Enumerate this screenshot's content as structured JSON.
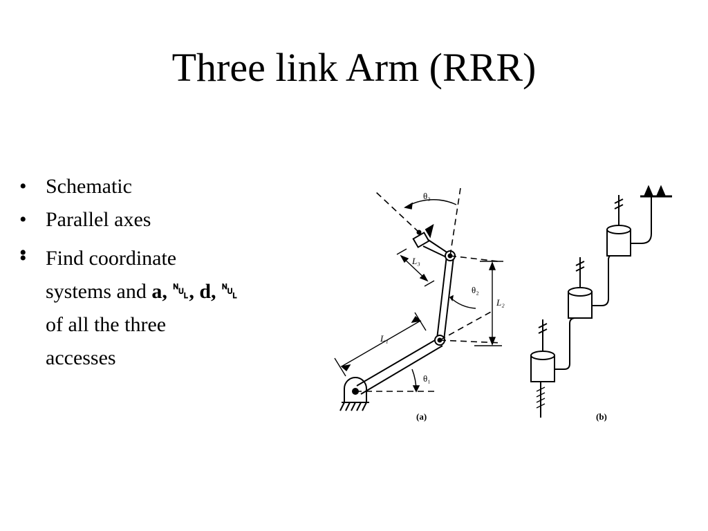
{
  "slide": {
    "title": "Three link Arm (RRR)",
    "bullets": [
      {
        "text": "Schematic"
      },
      {
        "text": "Parallel axes"
      },
      {
        "text": ""
      },
      {
        "line1": "Find coordinate",
        "line2_prefix": "systems and ",
        "line2_bold": "a, ␀, d, ␀",
        "line3": "of all the three",
        "line4": "accesses"
      }
    ]
  },
  "figure": {
    "labels": {
      "theta1": "θ₁",
      "theta2": "θ₂",
      "theta3": "θ₃",
      "L1": "L₁",
      "L2": "L₂",
      "L3": "L₃",
      "caption_a": "(a)",
      "caption_b": "(b)"
    }
  }
}
